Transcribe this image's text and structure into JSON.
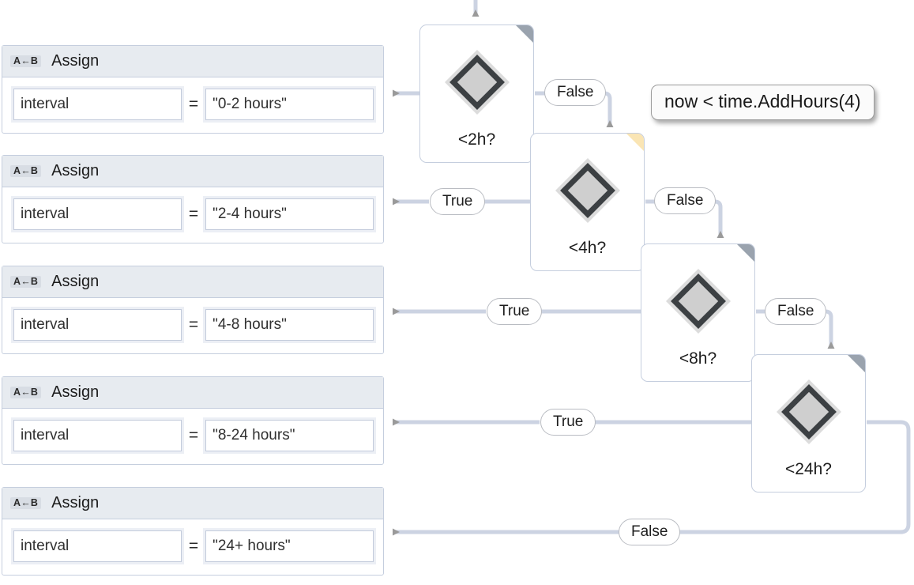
{
  "canvas": {
    "background": "#ffffff",
    "connector_color": "#ccd3e2",
    "arrowhead_color": "#9a9a9a",
    "node_border_color": "#c5cede",
    "header_fill": "#e7ebf0",
    "flag_gray": "#9aa3ae",
    "flag_amber": "#fae5b4"
  },
  "tooltip": {
    "text": "now < time.AddHours(4)"
  },
  "assign_activities": [
    {
      "icon": "assign-ab-icon",
      "icon_text": "A←B",
      "title": "Assign",
      "to": "interval",
      "operator": "=",
      "value": "\"0-2 hours\""
    },
    {
      "icon": "assign-ab-icon",
      "icon_text": "A←B",
      "title": "Assign",
      "to": "interval",
      "operator": "=",
      "value": "\"2-4 hours\""
    },
    {
      "icon": "assign-ab-icon",
      "icon_text": "A←B",
      "title": "Assign",
      "to": "interval",
      "operator": "=",
      "value": "\"4-8 hours\""
    },
    {
      "icon": "assign-ab-icon",
      "icon_text": "A←B",
      "title": "Assign",
      "to": "interval",
      "operator": "=",
      "value": "\"8-24 hours\""
    },
    {
      "icon": "assign-ab-icon",
      "icon_text": "A←B",
      "title": "Assign",
      "to": "interval",
      "operator": "=",
      "value": "\"24+ hours\""
    }
  ],
  "decisions": [
    {
      "label": "<2h?",
      "flag": "gray",
      "icon": "decision-diamond-icon"
    },
    {
      "label": "<4h?",
      "flag": "amber",
      "icon": "decision-diamond-icon"
    },
    {
      "label": "<8h?",
      "flag": "gray",
      "icon": "decision-diamond-icon"
    },
    {
      "label": "<24h?",
      "flag": "gray",
      "icon": "decision-diamond-icon"
    }
  ],
  "branch_labels": {
    "false_1": "False",
    "false_2": "False",
    "false_3": "False",
    "false_4": "False",
    "true_1": "True",
    "true_2": "True",
    "true_3": "True"
  }
}
